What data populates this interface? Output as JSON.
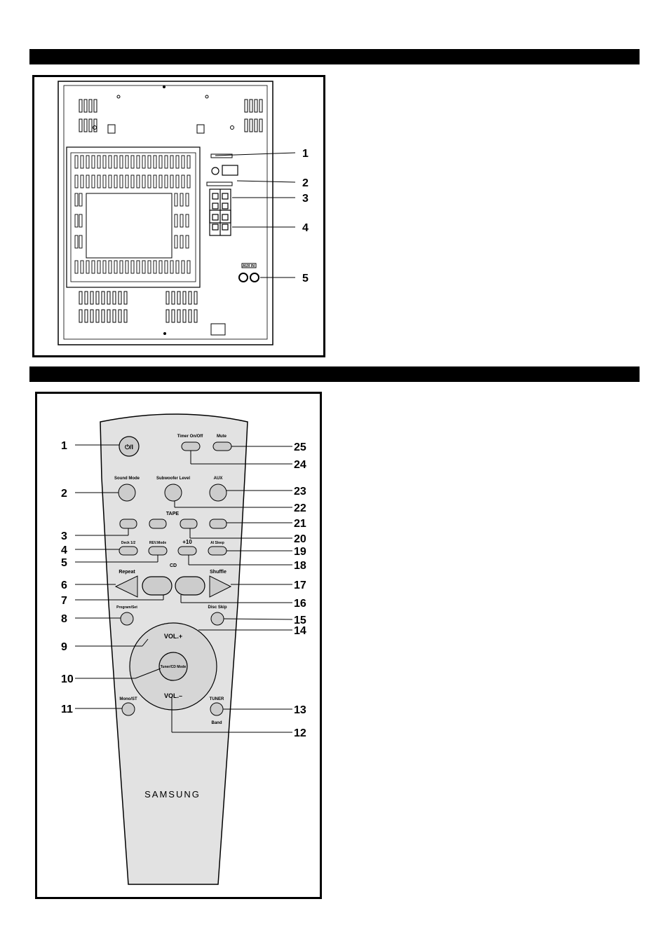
{
  "rear_panel": {
    "callouts": [
      "1",
      "2",
      "3",
      "4",
      "5"
    ],
    "aux_label": "AUX IN"
  },
  "remote": {
    "brand": "SAMSUNG",
    "callouts": [
      "1",
      "2",
      "3",
      "4",
      "5",
      "6",
      "7",
      "8",
      "9",
      "10",
      "11",
      "12",
      "13",
      "14",
      "15",
      "16",
      "17",
      "18",
      "19",
      "20",
      "21",
      "22",
      "23",
      "24",
      "25"
    ],
    "labels": {
      "timer": "Timer On/Off",
      "mute": "Mute",
      "sound_mode": "Sound Mode",
      "subwoofer": "Subwoofer Level",
      "aux": "AUX",
      "tape": "TAPE",
      "deck": "Deck 1/2",
      "rev_mode": "REV.Mode",
      "plus10": "+10",
      "ai_sleep": "AI Sleep",
      "cd": "CD",
      "repeat": "Repeat",
      "shuffle": "Shuffle",
      "program": "Program/Set",
      "disc_skip": "Disc Skip",
      "vol_up": "VOL.+",
      "vol_down": "VOL.–",
      "tuner_cd_mode": "Tuner/CD Mode",
      "mono_st": "Mono/ST",
      "tuner": "TUNER",
      "band": "Band",
      "power": "⏻/I"
    }
  }
}
